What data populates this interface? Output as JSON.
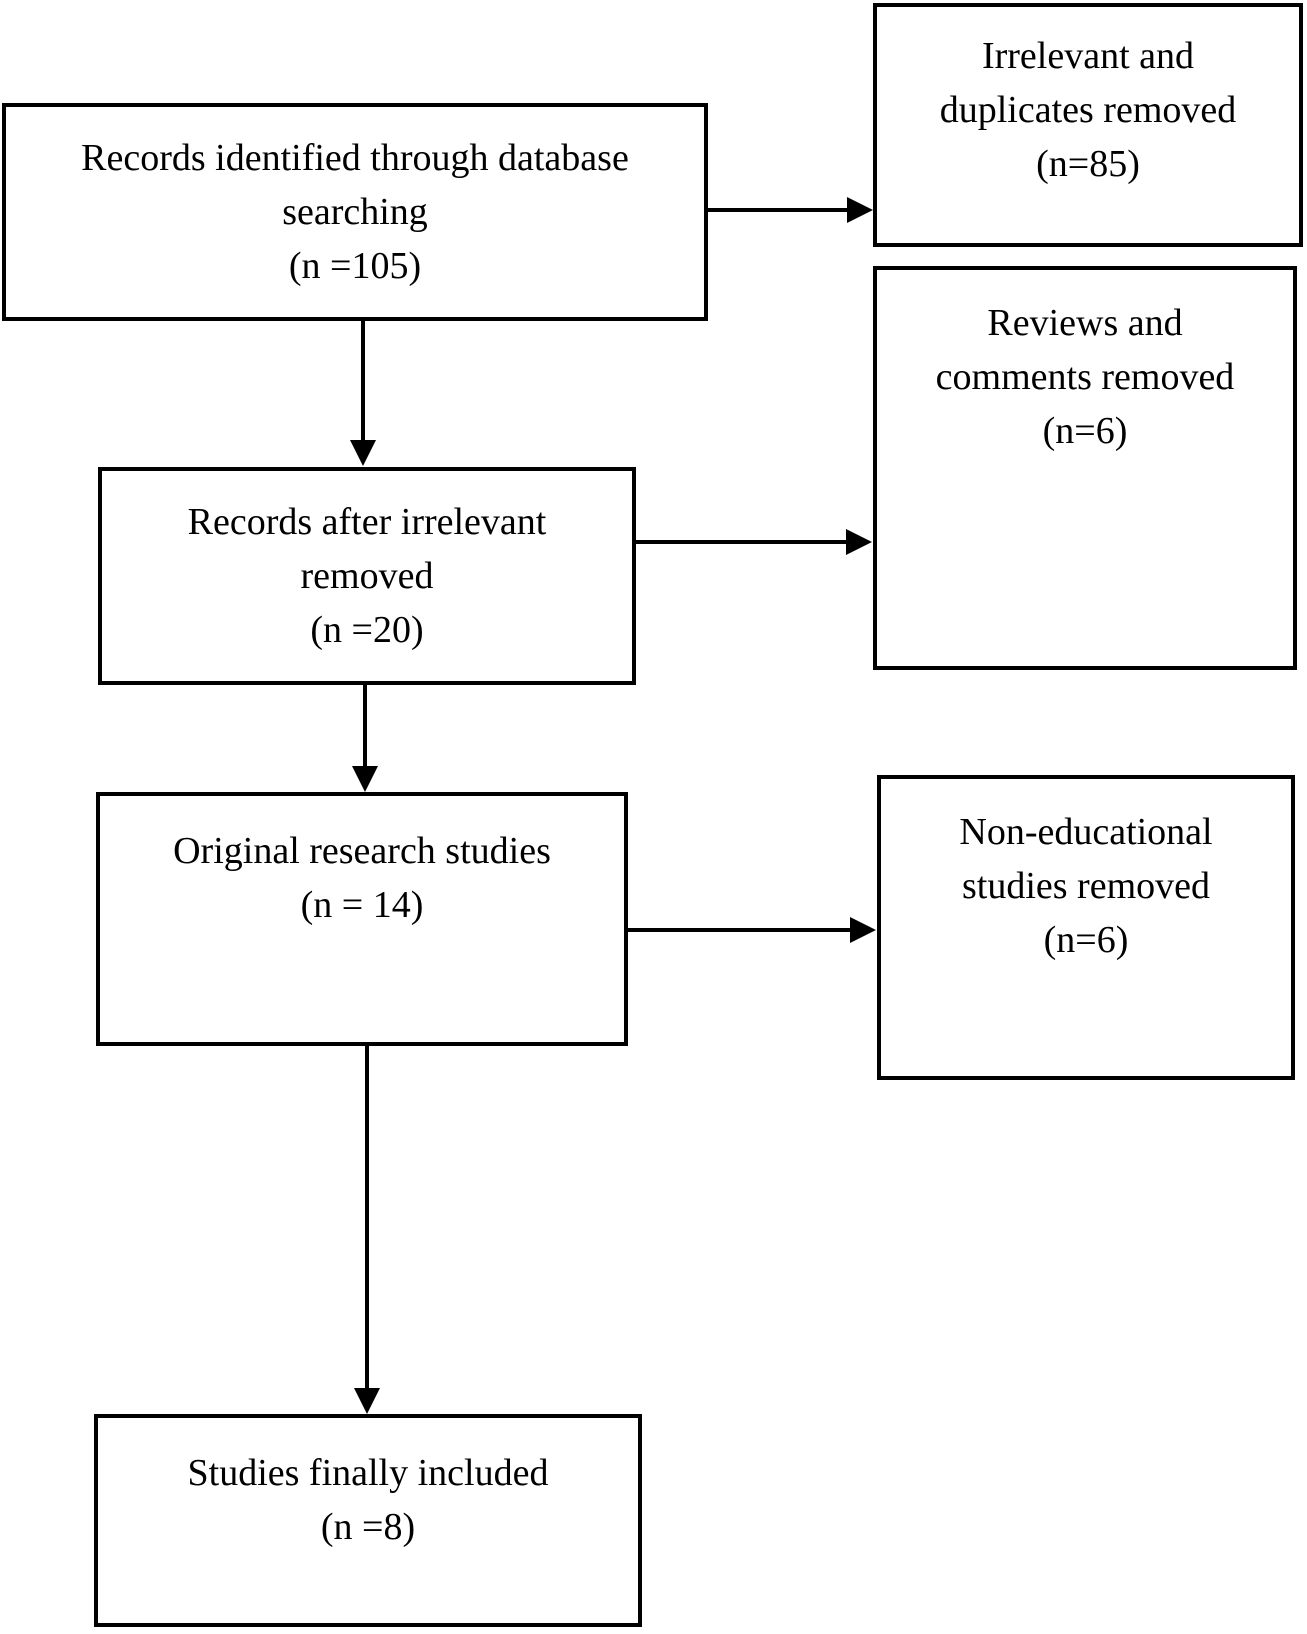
{
  "diagram": {
    "type": "flowchart",
    "colors": {
      "background": "#ffffff",
      "box_border": "#000000",
      "text": "#000000",
      "arrow": "#000000"
    },
    "boxes": {
      "records_identified": {
        "lines": [
          "Records identified through database",
          "searching",
          "(n =105)"
        ],
        "count": 105
      },
      "irrelevant_duplicates_removed": {
        "lines": [
          "Irrelevant and",
          "duplicates removed",
          "(n=85)"
        ],
        "count": 85
      },
      "records_after_irrelevant": {
        "lines": [
          "Records after irrelevant",
          "removed",
          "(n =20)"
        ],
        "count": 20
      },
      "reviews_comments_removed": {
        "lines": [
          "Reviews and",
          "comments removed",
          "(n=6)"
        ],
        "count": 6
      },
      "original_research_studies": {
        "lines": [
          "Original research studies",
          "(n = 14)"
        ],
        "count": 14
      },
      "non_educational_removed": {
        "lines": [
          "Non-educational",
          "studies removed",
          "(n=6)"
        ],
        "count": 6
      },
      "studies_finally_included": {
        "lines": [
          "Studies finally included",
          "(n =8)"
        ],
        "count": 8
      }
    }
  }
}
